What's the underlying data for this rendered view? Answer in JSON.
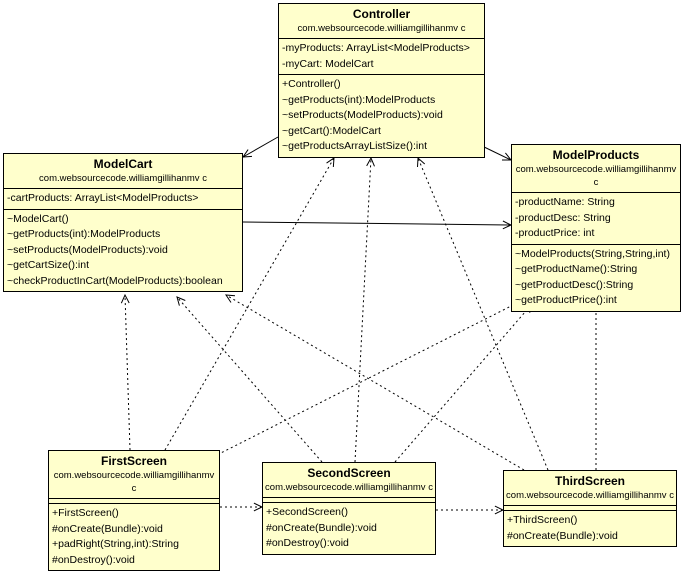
{
  "classes": {
    "controller": {
      "name": "Controller",
      "package": "com.websourcecode.williamgillihanmv c",
      "attributes": [
        "-myProducts: ArrayList<ModelProducts>",
        "-myCart: ModelCart"
      ],
      "operations": [
        "+Controller()",
        "~getProducts(int):ModelProducts",
        "~setProducts(ModelProducts):void",
        "~getCart():ModelCart",
        "~getProductsArrayListSize():int"
      ]
    },
    "modelcart": {
      "name": "ModelCart",
      "package": "com.websourcecode.williamgillihanmv c",
      "attributes": [
        "-cartProducts: ArrayList<ModelProducts>"
      ],
      "operations": [
        "~ModelCart()",
        "~getProducts(int):ModelProducts",
        "~setProducts(ModelProducts):void",
        "~getCartSize():int",
        "~checkProductInCart(ModelProducts):boolean"
      ]
    },
    "modelproducts": {
      "name": "ModelProducts",
      "package": "com.websourcecode.williamgillihanmv c",
      "attributes": [
        "-productName: String",
        "-productDesc: String",
        "-productPrice: int"
      ],
      "operations": [
        "~ModelProducts(String,String,int)",
        "~getProductName():String",
        "~getProductDesc():String",
        "~getProductPrice():int"
      ]
    },
    "firstscreen": {
      "name": "FirstScreen",
      "package": "com.websourcecode.williamgillihanmv c",
      "attributes": [],
      "operations": [
        "+FirstScreen()",
        "#onCreate(Bundle):void",
        "+padRight(String,int):String",
        "#onDestroy():void"
      ]
    },
    "secondscreen": {
      "name": "SecondScreen",
      "package": "com.websourcecode.williamgillihanmv c",
      "attributes": [],
      "operations": [
        "+SecondScreen()",
        "#onCreate(Bundle):void",
        "#onDestroy():void"
      ]
    },
    "thirdscreen": {
      "name": "ThirdScreen",
      "package": "com.websourcecode.williamgillihanmv c",
      "attributes": [],
      "operations": [
        "+ThirdScreen()",
        "#onCreate(Bundle):void"
      ]
    }
  },
  "relationships": [
    {
      "from": "controller",
      "to": "modelcart",
      "style": "solid"
    },
    {
      "from": "controller",
      "to": "modelproducts",
      "style": "solid"
    },
    {
      "from": "modelcart",
      "to": "modelproducts",
      "style": "solid"
    },
    {
      "from": "firstscreen",
      "to": "modelcart",
      "style": "dashed"
    },
    {
      "from": "firstscreen",
      "to": "controller",
      "style": "dashed"
    },
    {
      "from": "firstscreen",
      "to": "modelproducts",
      "style": "dashed"
    },
    {
      "from": "firstscreen",
      "to": "secondscreen",
      "style": "dashed"
    },
    {
      "from": "secondscreen",
      "to": "controller",
      "style": "dashed"
    },
    {
      "from": "secondscreen",
      "to": "modelcart",
      "style": "dashed"
    },
    {
      "from": "secondscreen",
      "to": "modelproducts",
      "style": "dashed"
    },
    {
      "from": "secondscreen",
      "to": "thirdscreen",
      "style": "dashed"
    },
    {
      "from": "thirdscreen",
      "to": "controller",
      "style": "dashed"
    },
    {
      "from": "thirdscreen",
      "to": "modelcart",
      "style": "dashed"
    },
    {
      "from": "thirdscreen",
      "to": "modelproducts",
      "style": "dashed"
    }
  ]
}
